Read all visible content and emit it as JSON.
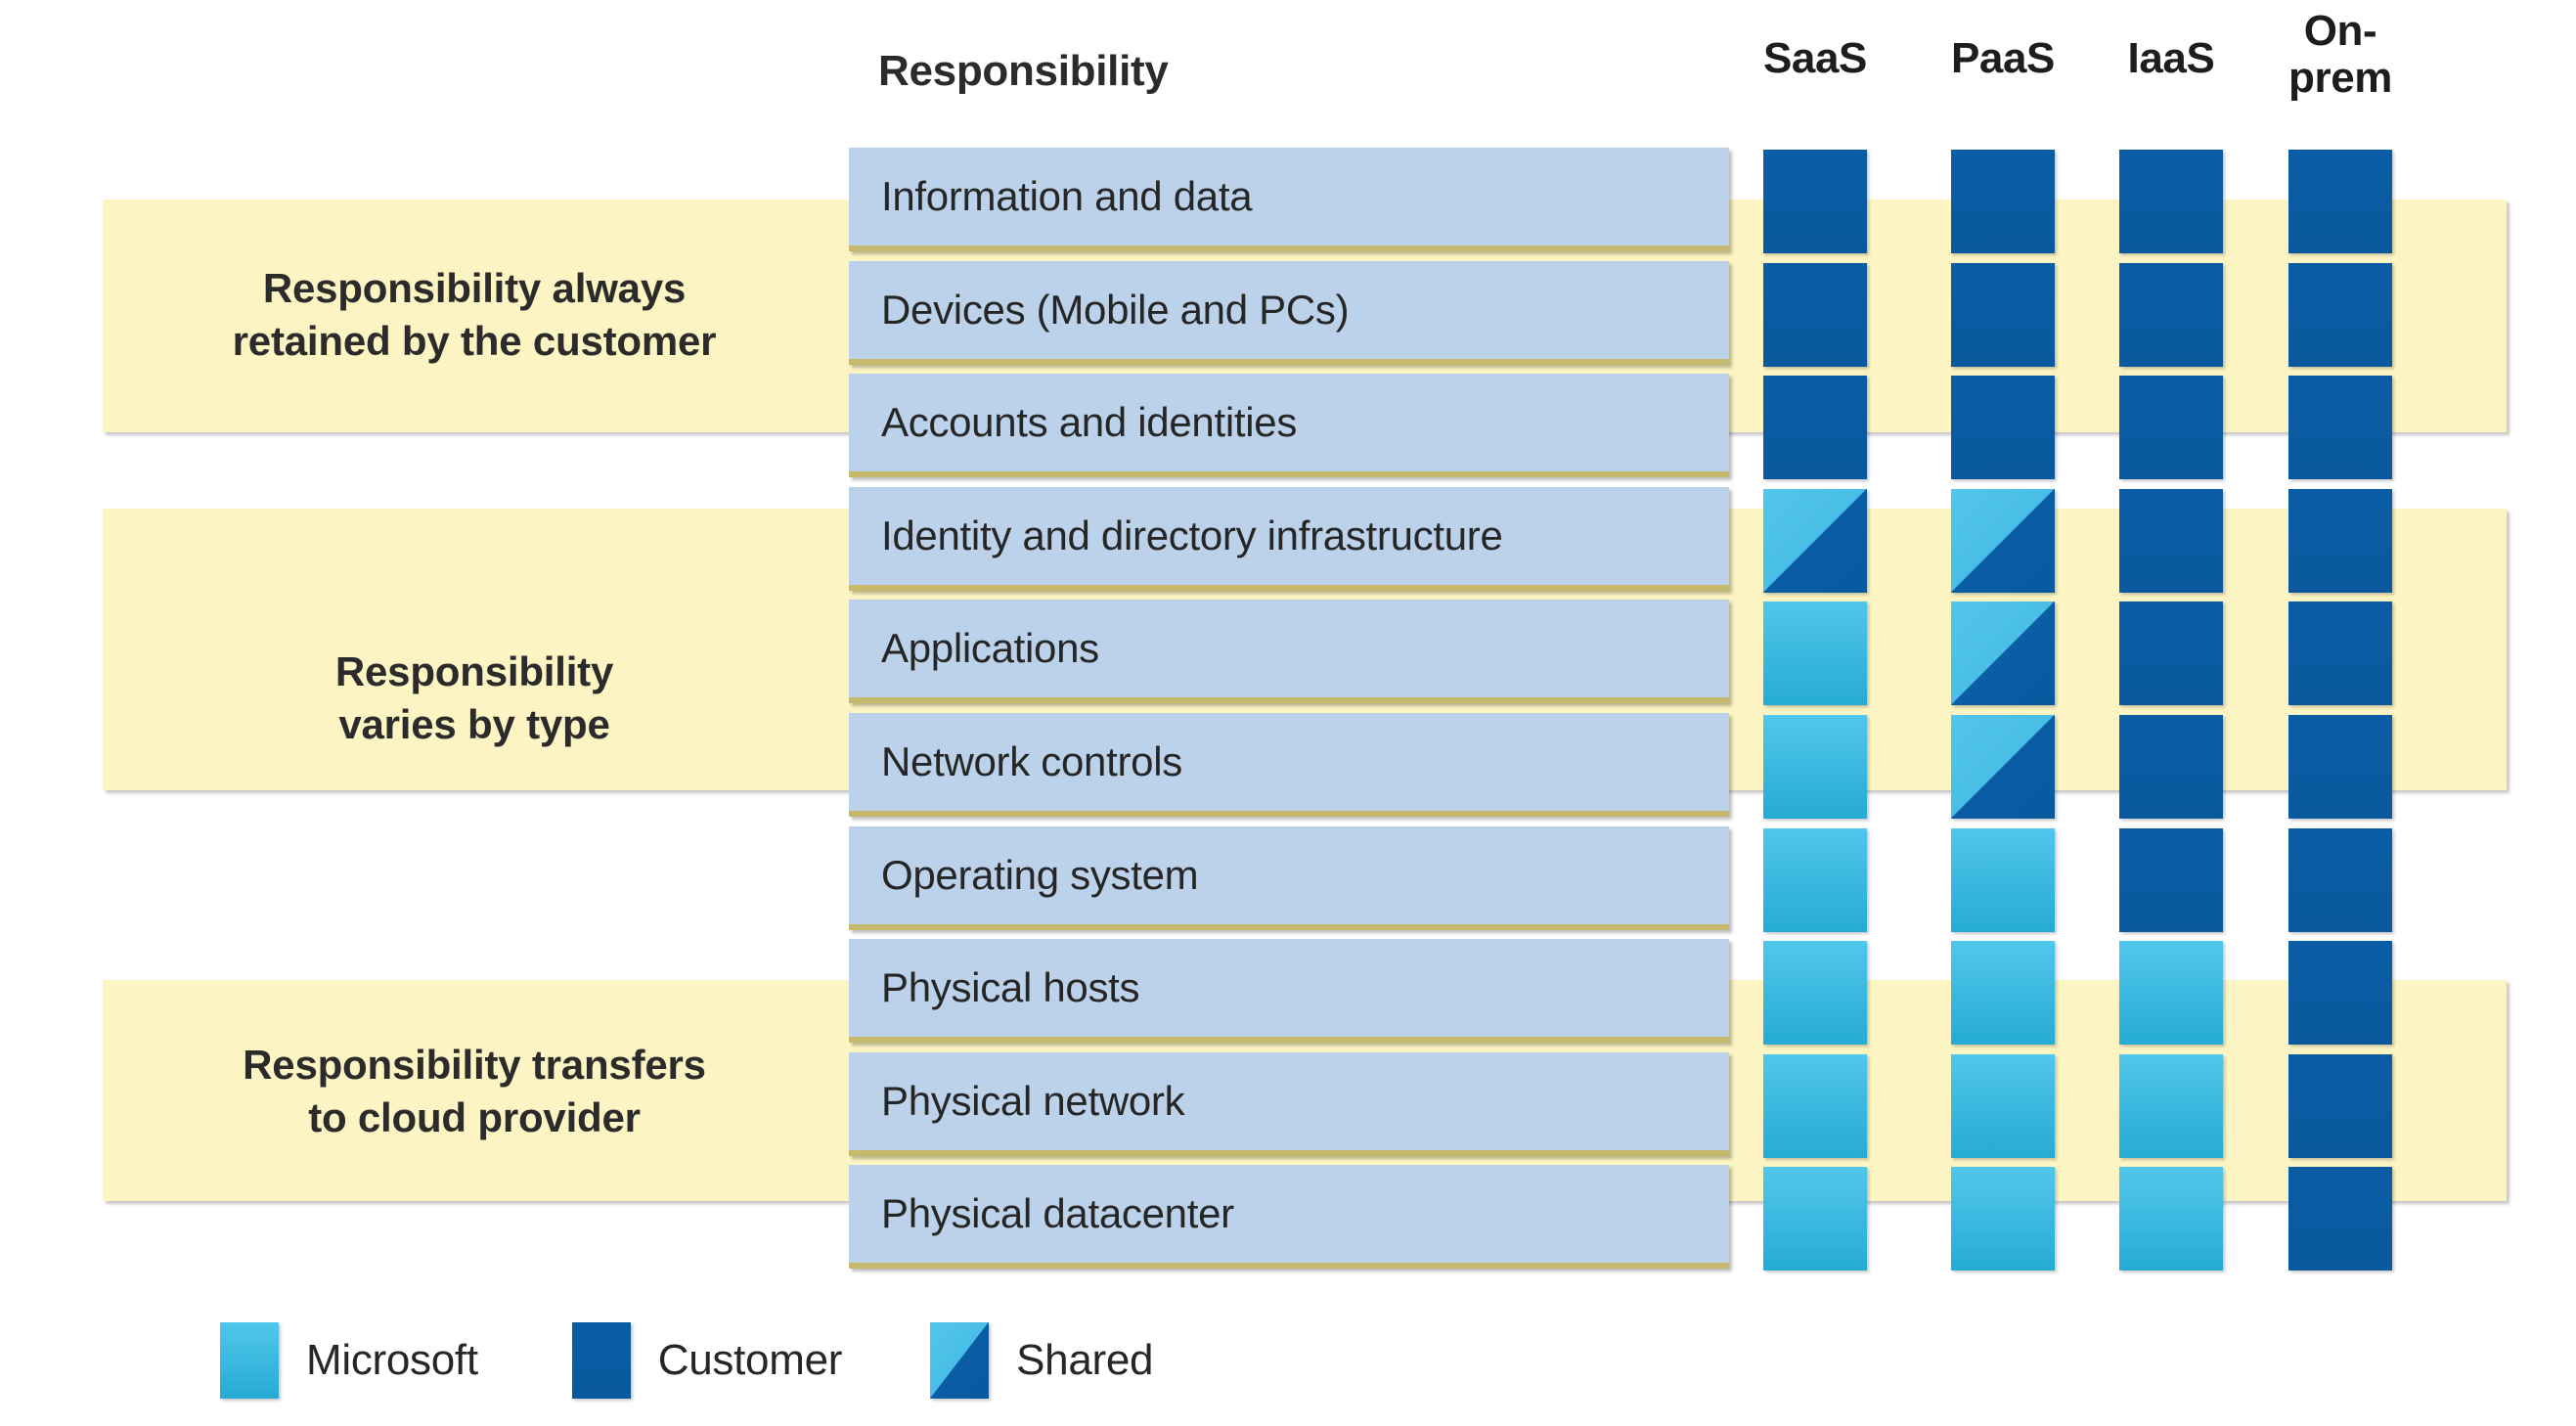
{
  "header": {
    "responsibility_label": "Responsibility",
    "columns": [
      {
        "key": "saas",
        "label": "SaaS"
      },
      {
        "key": "paas",
        "label": "PaaS"
      },
      {
        "key": "iaas",
        "label": "IaaS"
      },
      {
        "key": "onprem",
        "label": "On-\nprem"
      }
    ]
  },
  "groups": [
    {
      "key": "always-customer",
      "label": "Responsibility always\nretained by the customer"
    },
    {
      "key": "varies-by-type",
      "label": "Responsibility\nvaries by type"
    },
    {
      "key": "transfers-to-provider",
      "label": "Responsibility transfers\nto cloud provider"
    }
  ],
  "rows": [
    {
      "label": "Information and data",
      "group": "always-customer",
      "saas": "customer",
      "paas": "customer",
      "iaas": "customer",
      "onprem": "customer"
    },
    {
      "label": "Devices (Mobile and PCs)",
      "group": "always-customer",
      "saas": "customer",
      "paas": "customer",
      "iaas": "customer",
      "onprem": "customer"
    },
    {
      "label": "Accounts and identities",
      "group": "always-customer",
      "saas": "customer",
      "paas": "customer",
      "iaas": "customer",
      "onprem": "customer"
    },
    {
      "label": "Identity and directory infrastructure",
      "group": "varies-by-type",
      "saas": "shared",
      "paas": "shared",
      "iaas": "customer",
      "onprem": "customer"
    },
    {
      "label": "Applications",
      "group": "varies-by-type",
      "saas": "microsoft",
      "paas": "shared",
      "iaas": "customer",
      "onprem": "customer"
    },
    {
      "label": "Network controls",
      "group": "varies-by-type",
      "saas": "microsoft",
      "paas": "shared",
      "iaas": "customer",
      "onprem": "customer"
    },
    {
      "label": "Operating system",
      "group": "varies-by-type",
      "saas": "microsoft",
      "paas": "microsoft",
      "iaas": "customer",
      "onprem": "customer"
    },
    {
      "label": "Physical hosts",
      "group": "transfers-to-provider",
      "saas": "microsoft",
      "paas": "microsoft",
      "iaas": "microsoft",
      "onprem": "customer"
    },
    {
      "label": "Physical network",
      "group": "transfers-to-provider",
      "saas": "microsoft",
      "paas": "microsoft",
      "iaas": "microsoft",
      "onprem": "customer"
    },
    {
      "label": "Physical datacenter",
      "group": "transfers-to-provider",
      "saas": "microsoft",
      "paas": "microsoft",
      "iaas": "microsoft",
      "onprem": "customer"
    }
  ],
  "legend": [
    {
      "key": "microsoft",
      "label": "Microsoft"
    },
    {
      "key": "customer",
      "label": "Customer"
    },
    {
      "key": "shared",
      "label": "Shared"
    }
  ],
  "colors": {
    "microsoft": "#52C6EC",
    "customer": "#0A5DA5",
    "shared_light": "#52C6EC",
    "shared_dark": "#0A5DA5",
    "band": "#FCF4C2",
    "row_bar": "#BCD2EA",
    "row_bar_underline": "#C6B96B",
    "text": "#262626"
  }
}
